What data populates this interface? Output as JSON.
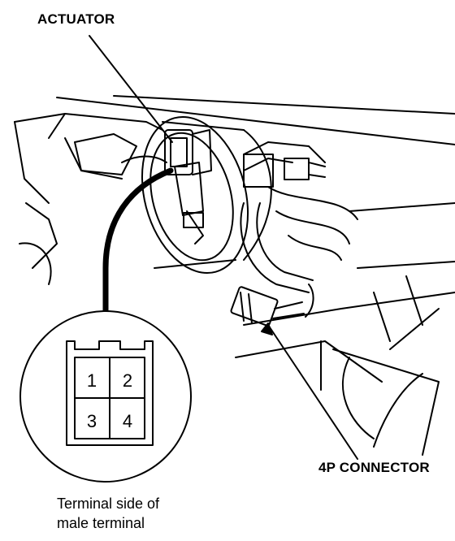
{
  "labels": {
    "actuator": "ACTUATOR",
    "connector": "4P CONNECTOR",
    "caption_line1": "Terminal side of",
    "caption_line2": "male terminal"
  },
  "terminal_pins": [
    "1",
    "2",
    "3",
    "4"
  ],
  "colors": {
    "ink": "#000000",
    "paper": "#ffffff"
  }
}
